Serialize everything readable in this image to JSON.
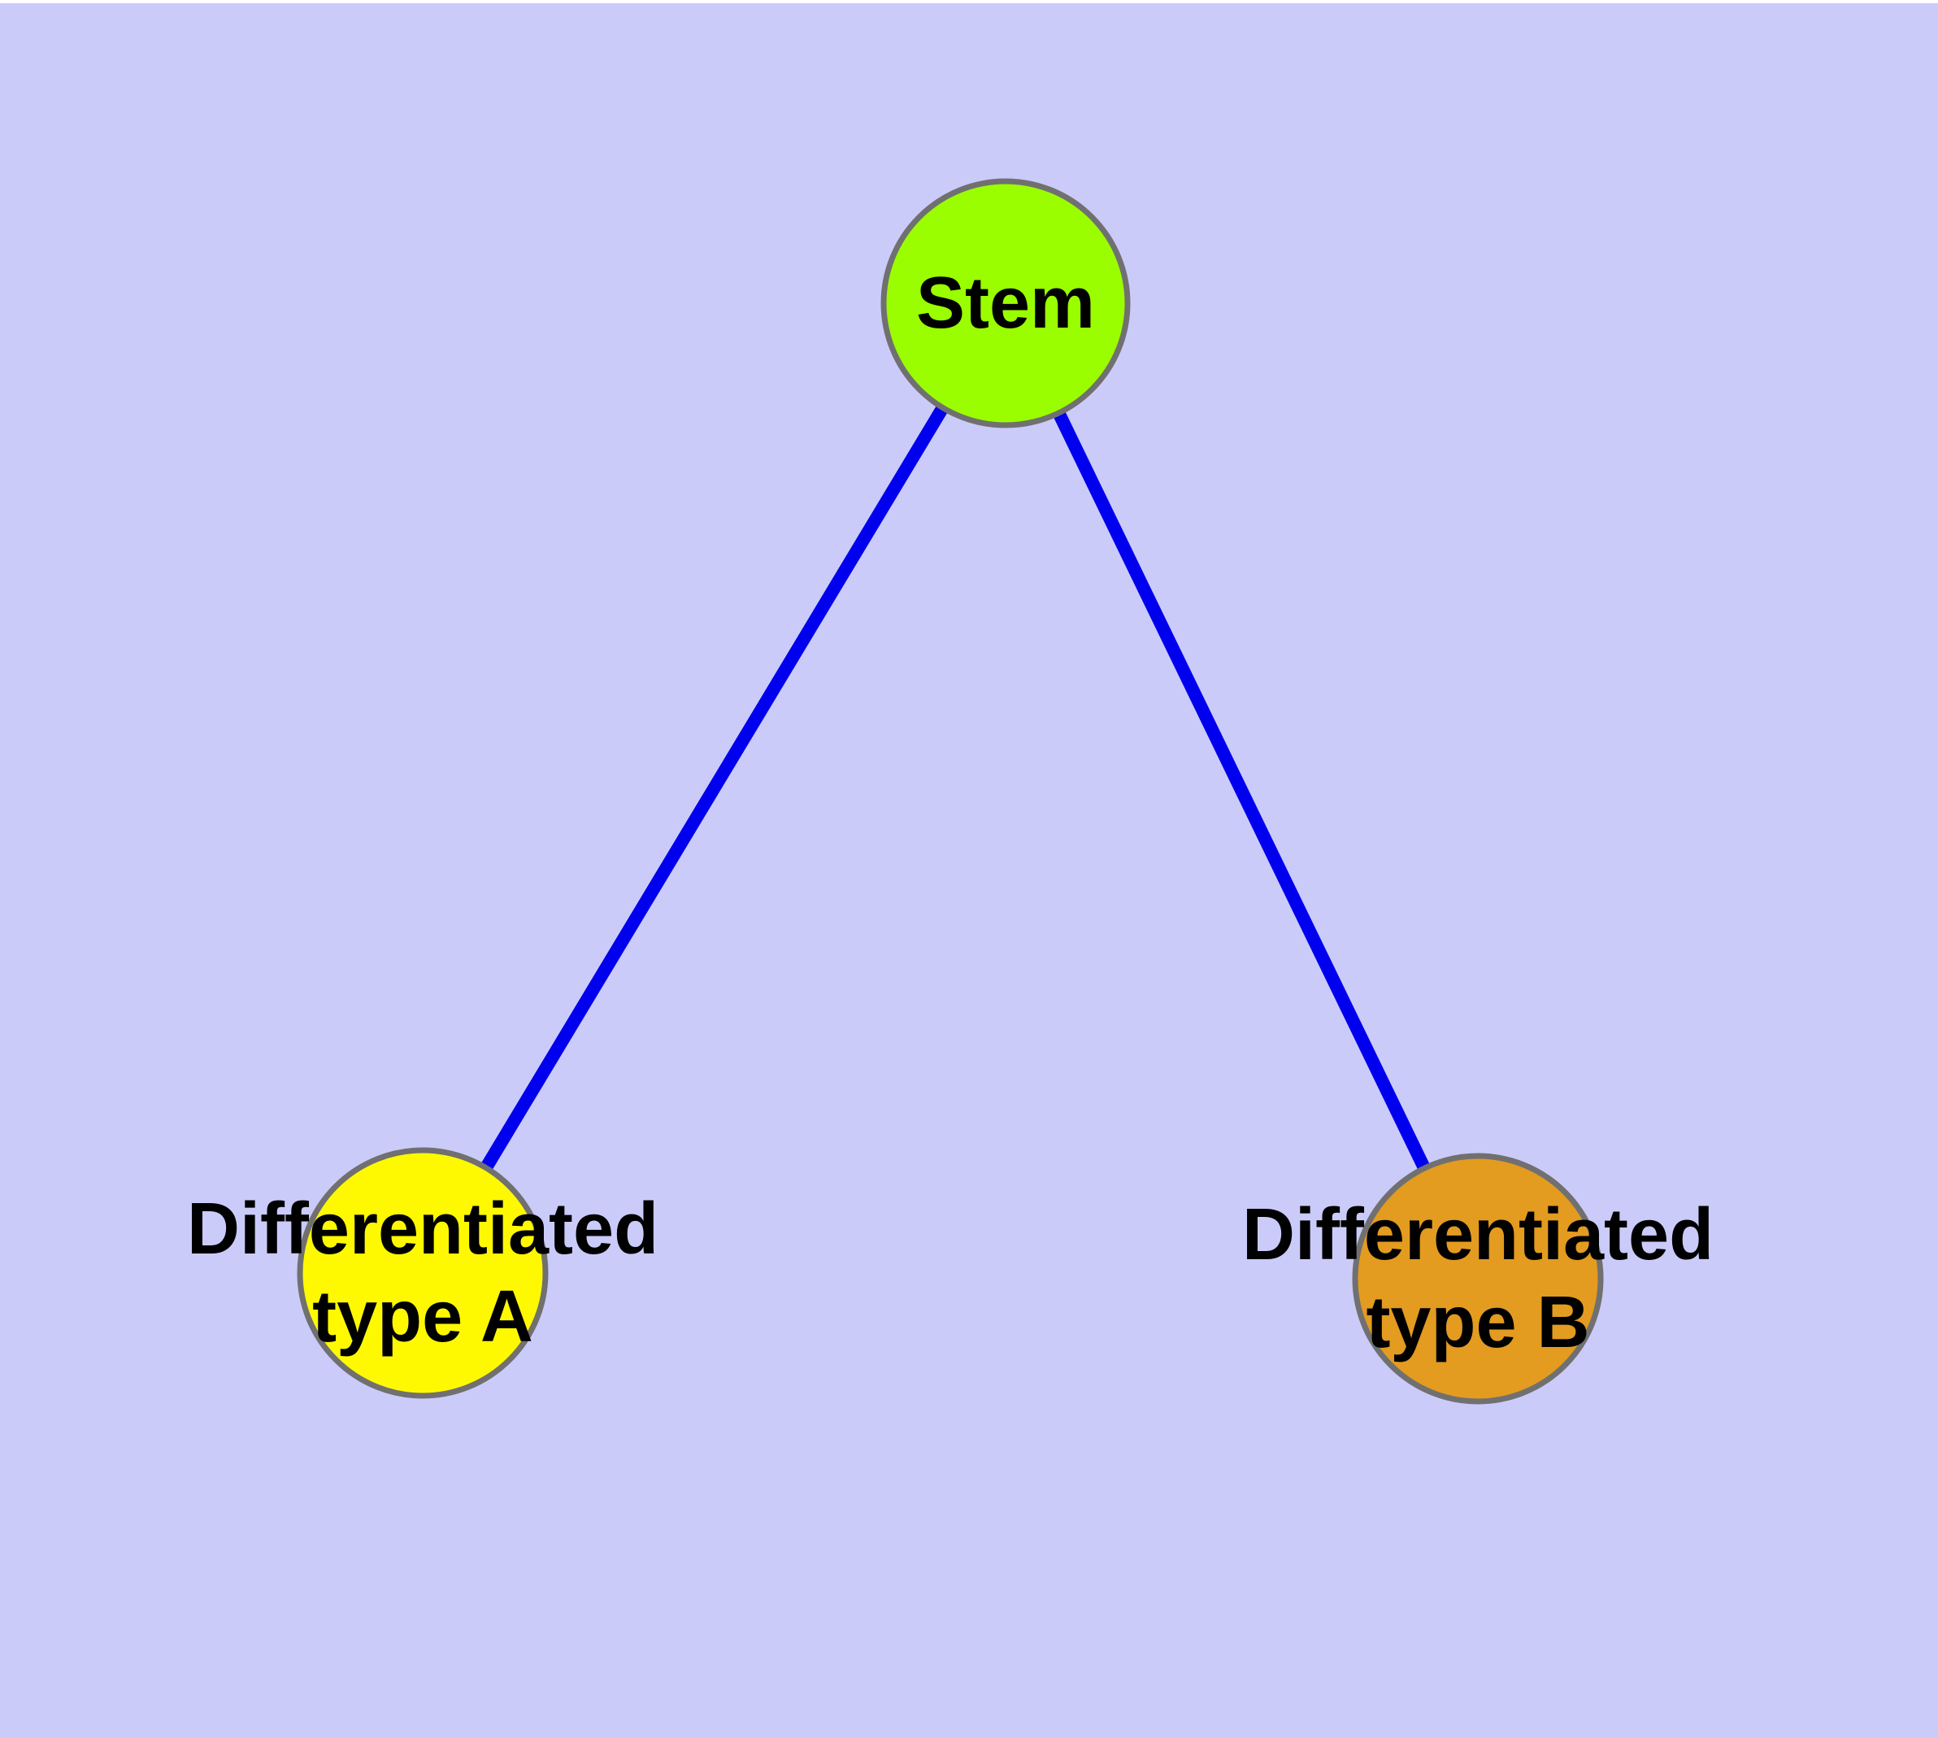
{
  "diagram": {
    "type": "node-link-graph",
    "background_color": "#CBCBFA",
    "outer_margin_color": "#FFFFFF",
    "edge_color": "#0000EE",
    "node_border_color": "#707070",
    "label_color": "#000000",
    "nodes": [
      {
        "id": "stem",
        "label": "Stem",
        "color": "#9AFE00"
      },
      {
        "id": "differentiated-type-a",
        "label": "Differentiated\ntype A",
        "color": "#FEF900"
      },
      {
        "id": "differentiated-type-b",
        "label": "Differentiated\ntype B",
        "color": "#E39B20"
      }
    ],
    "edges": [
      {
        "from": "Stem",
        "to": "Differentiated type A"
      },
      {
        "from": "Stem",
        "to": "Differentiated type B"
      }
    ]
  }
}
